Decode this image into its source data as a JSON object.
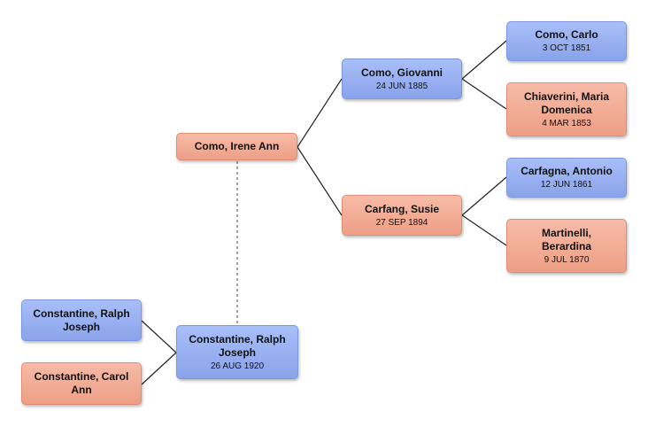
{
  "people": {
    "como_irene": {
      "name": "Como, Irene Ann",
      "date": ""
    },
    "como_giovanni": {
      "name": "Como, Giovanni",
      "date": "24 JUN 1885"
    },
    "carfang_susie": {
      "name": "Carfang, Susie",
      "date": "27 SEP 1894"
    },
    "como_carlo": {
      "name": "Como, Carlo",
      "date": "3 OCT 1851"
    },
    "chiaverini_maria": {
      "name": "Chiaverini, Maria Domenica",
      "date": "4 MAR 1853"
    },
    "carfagna_antonio": {
      "name": "Carfagna, Antonio",
      "date": "12 JUN 1861"
    },
    "martinelli_berardina": {
      "name": "Martinelli, Berardina",
      "date": "9 JUL 1870"
    },
    "constantine_ralph_sr": {
      "name": "Constantine, Ralph Joseph",
      "date": ""
    },
    "constantine_carol": {
      "name": "Constantine, Carol Ann",
      "date": ""
    },
    "constantine_ralph_jr": {
      "name": "Constantine, Ralph Joseph",
      "date": "26 AUG 1920"
    }
  },
  "colors": {
    "male": "#9bb2f3",
    "female": "#f2ad96",
    "line": "#222222",
    "spouse_link": "#666666"
  }
}
